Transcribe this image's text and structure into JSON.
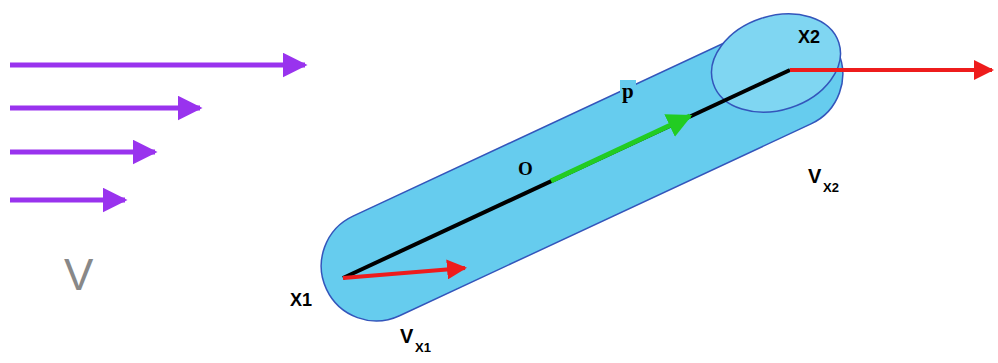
{
  "diagram": {
    "labels": [
      "V",
      "X1",
      "O",
      "p",
      "X2",
      "V",
      "X2",
      "V",
      "X1"
    ]
  }
}
